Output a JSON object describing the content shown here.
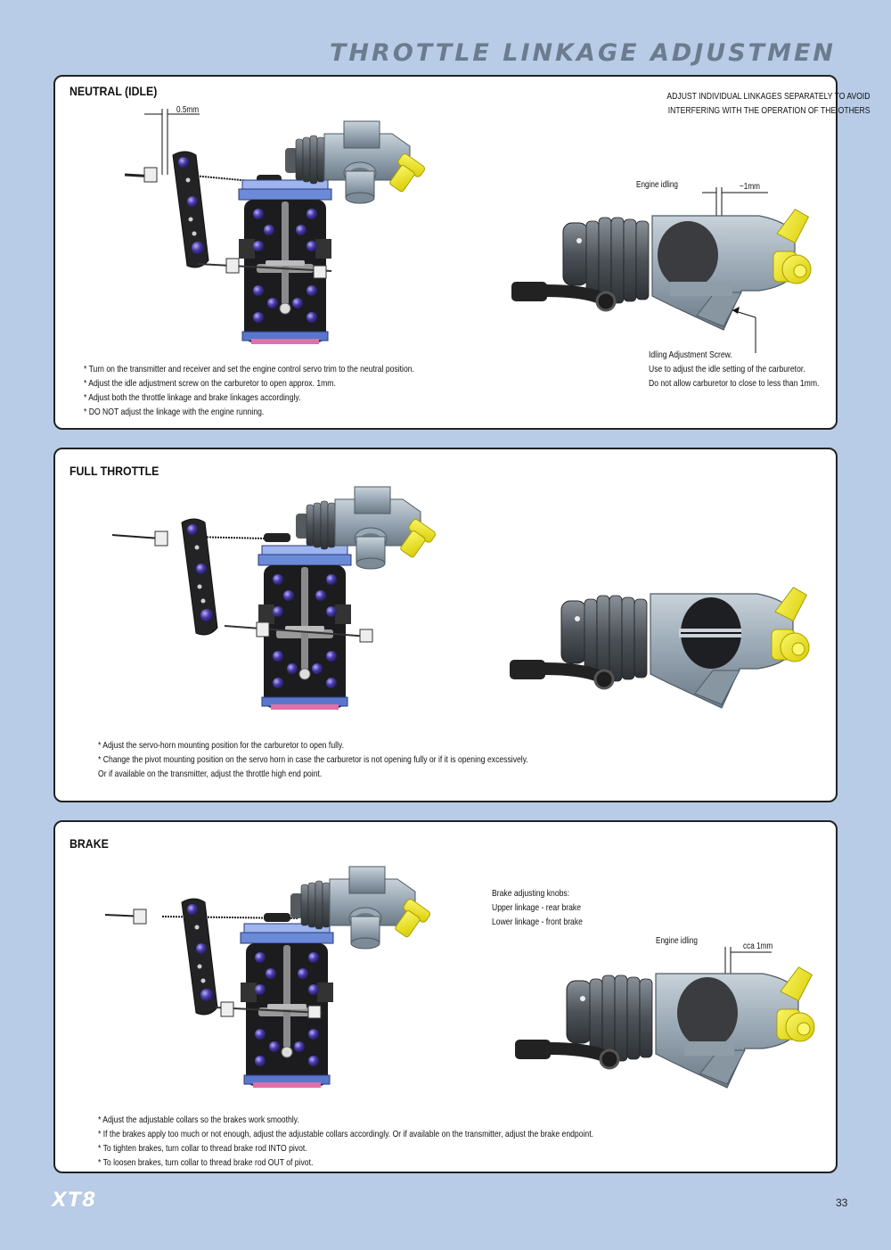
{
  "page": {
    "title": "THROTTLE LINKAGE ADJUSTMEN",
    "brand": "XT8",
    "page_number": "33"
  },
  "colors": {
    "background": "#b8cce8",
    "engine_gray": "#8f9da8",
    "boot_dark": "#5a6066",
    "lever_yellow": "#f0ea1a",
    "plate_blue": "#3a6ad0",
    "ball_purple": "#4a3aa8",
    "servo_horn": "#2a2a2a"
  },
  "panels": {
    "neutral": {
      "heading": "NEUTRAL (IDLE)",
      "gap_label": "0.5mm",
      "top_note": [
        "ADJUST INDIVIDUAL LINKAGES SEPARATELY TO AVOID",
        "INTERFERING WITH THE OPERATION OF THE OTHERS"
      ],
      "engine_idling_label": "Engine idling",
      "idle_gap_label": "~1mm",
      "screw_note": [
        "Idling Adjustment Screw.",
        "Use to adjust the idle setting of the carburetor.",
        "Do not allow carburetor to close to less than 1mm."
      ],
      "instructions": [
        "* Turn on the transmitter and receiver and set the engine control servo trim to the neutral position.",
        "* Adjust the idle adjustment screw on the carburetor to open approx. 1mm.",
        "* Adjust both the throttle linkage and brake linkages accordingly.",
        "* DO NOT adjust the linkage with the engine running."
      ]
    },
    "full": {
      "heading": "FULL THROTTLE",
      "instructions": [
        "* Adjust the servo-horn mounting position for the carburetor to open fully.",
        "* Change the pivot mounting position on the servo horn in case the carburetor is not opening fully or if it is opening excessively.",
        "   Or if available on the transmitter, adjust the throttle high end point."
      ]
    },
    "brake": {
      "heading": "BRAKE",
      "knobs_note": [
        "Brake adjusting knobs:",
        "Upper linkage - rear brake",
        "Lower linkage - front brake"
      ],
      "engine_idling_label": "Engine idling",
      "idle_gap_label": "cca 1mm",
      "instructions": [
        "* Adjust the adjustable collars so the brakes work smoothly.",
        "* If the brakes apply too much or not enough, adjust the adjustable collars accordingly. Or if available on the transmitter, adjust the brake endpoint.",
        "* To tighten brakes, turn collar to thread brake rod INTO pivot.",
        "* To loosen brakes, turn collar to thread brake rod OUT of pivot."
      ]
    }
  }
}
